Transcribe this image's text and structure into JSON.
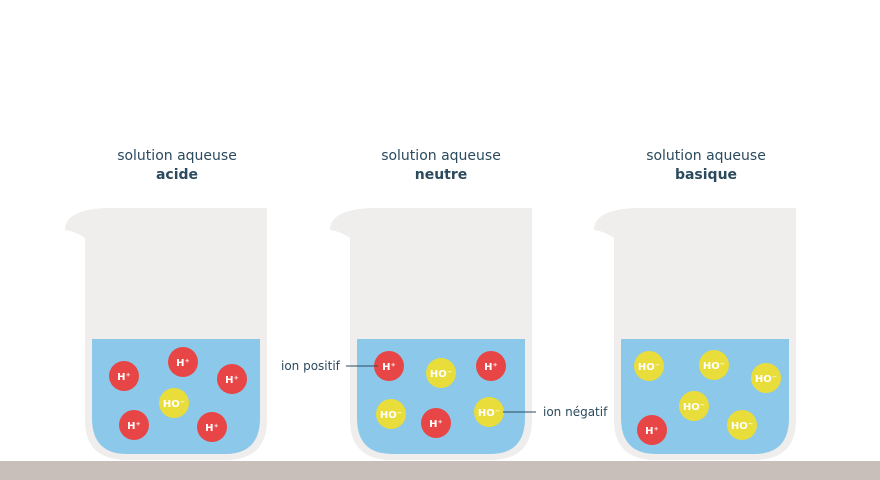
{
  "colors": {
    "beaker": "#f0eeed",
    "water": "#8cc8ea",
    "positive_ion": "#e84646",
    "negative_ion": "#e8dd3a",
    "floor": "#c9bfba",
    "text": "#2b4a5e"
  },
  "beakers": [
    {
      "subtitle": "solution aqueuse",
      "name": "acide",
      "ions": [
        {
          "type": "positive",
          "label": "H⁺"
        },
        {
          "type": "positive",
          "label": "H⁺"
        },
        {
          "type": "positive",
          "label": "H⁺"
        },
        {
          "type": "negative",
          "label": "HO⁻"
        },
        {
          "type": "positive",
          "label": "H⁺"
        },
        {
          "type": "positive",
          "label": "H⁺"
        }
      ]
    },
    {
      "subtitle": "solution aqueuse",
      "name": "neutre",
      "ions": [
        {
          "type": "positive",
          "label": "H⁺"
        },
        {
          "type": "negative",
          "label": "HO⁻"
        },
        {
          "type": "positive",
          "label": "H⁺"
        },
        {
          "type": "negative",
          "label": "HO⁻"
        },
        {
          "type": "positive",
          "label": "H⁺"
        },
        {
          "type": "negative",
          "label": "HO⁻"
        }
      ]
    },
    {
      "subtitle": "solution aqueuse",
      "name": "basique",
      "ions": [
        {
          "type": "negative",
          "label": "HO⁻"
        },
        {
          "type": "negative",
          "label": "HO⁻"
        },
        {
          "type": "negative",
          "label": "HO⁻"
        },
        {
          "type": "negative",
          "label": "HO⁻"
        },
        {
          "type": "positive",
          "label": "H⁺"
        },
        {
          "type": "negative",
          "label": "HO⁻"
        }
      ]
    }
  ],
  "callouts": {
    "positive": "ion positif",
    "negative": "ion négatif"
  }
}
